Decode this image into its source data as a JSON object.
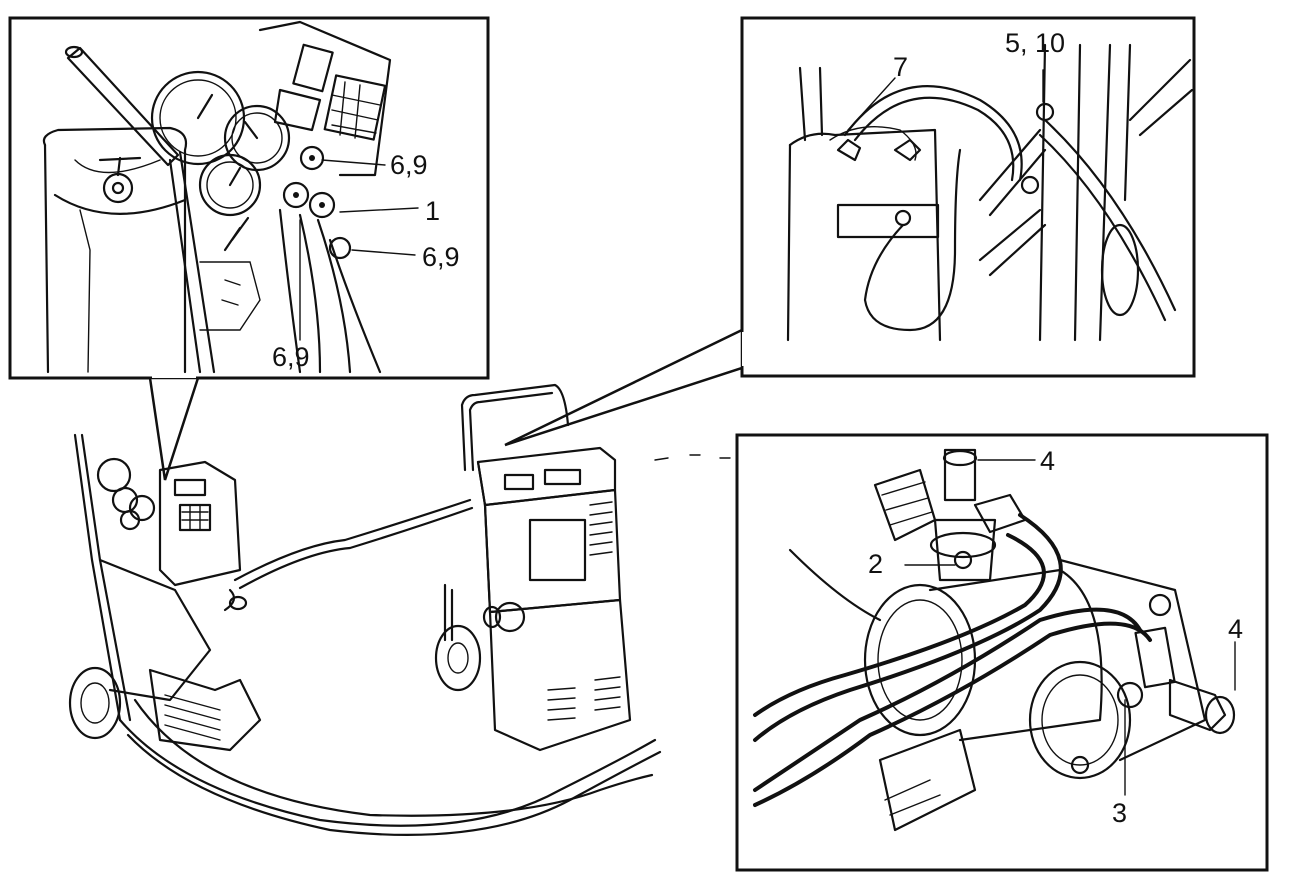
{
  "labels": {
    "gauge_panel": [
      "6,9",
      "1",
      "6,9",
      "6,9"
    ],
    "station_detail": [
      "7",
      "5, 10"
    ],
    "compressor": [
      "4",
      "2",
      "4",
      "3"
    ]
  }
}
